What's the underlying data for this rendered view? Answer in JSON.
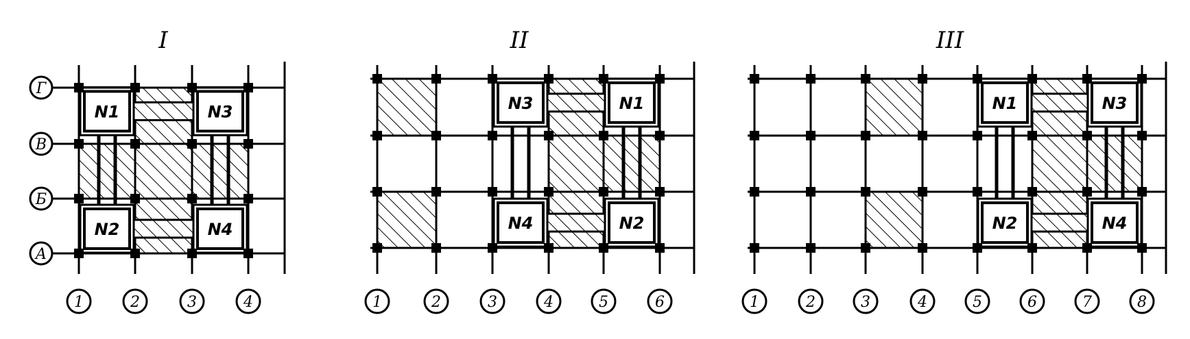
{
  "panels": [
    {
      "title": "I",
      "row_labels": [
        "Г",
        "В",
        "Б",
        "А"
      ],
      "col_labels": [
        "1",
        "2",
        "3",
        "4"
      ],
      "boxes": [
        {
          "label": "N1",
          "col": 0,
          "row": 0
        },
        {
          "label": "N3",
          "col": 2,
          "row": 0
        },
        {
          "label": "N2",
          "col": 0,
          "row": 2
        },
        {
          "label": "N4",
          "col": 2,
          "row": 2
        }
      ]
    },
    {
      "title": "II",
      "row_labels": [],
      "col_labels": [
        "1",
        "2",
        "3",
        "4",
        "5",
        "6"
      ],
      "boxes": [
        {
          "label": "N3",
          "col": 2,
          "row": 0
        },
        {
          "label": "N1",
          "col": 4,
          "row": 0
        },
        {
          "label": "N4",
          "col": 2,
          "row": 2
        },
        {
          "label": "N2",
          "col": 4,
          "row": 2
        }
      ]
    },
    {
      "title": "III",
      "row_labels": [],
      "col_labels": [
        "1",
        "2",
        "3",
        "4",
        "5",
        "6",
        "7",
        "8"
      ],
      "boxes": [
        {
          "label": "N1",
          "col": 4,
          "row": 0
        },
        {
          "label": "N3",
          "col": 6,
          "row": 0
        },
        {
          "label": "N2",
          "col": 4,
          "row": 2
        },
        {
          "label": "N4",
          "col": 6,
          "row": 2
        }
      ]
    }
  ]
}
